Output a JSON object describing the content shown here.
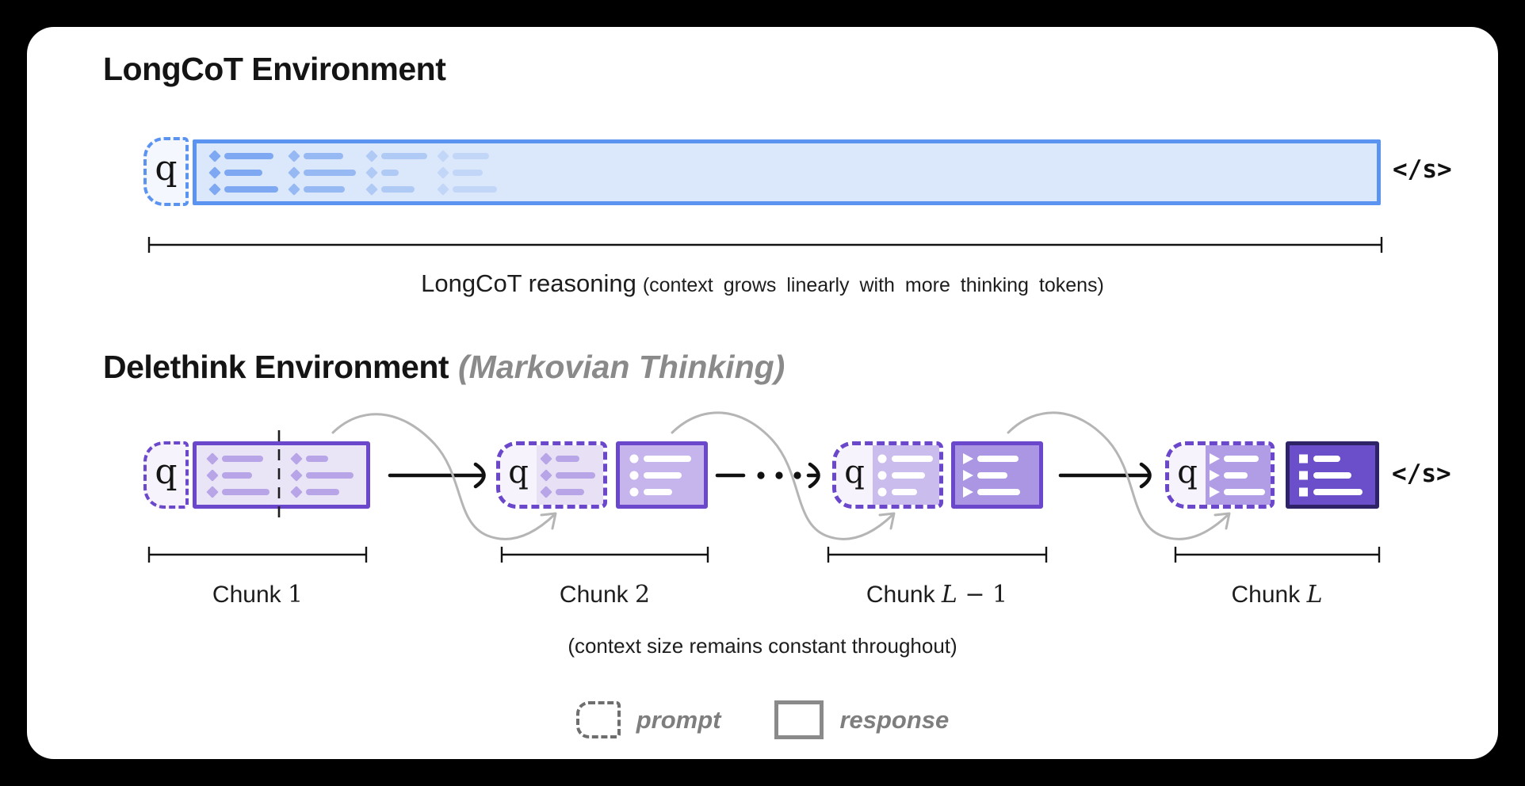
{
  "longcot": {
    "title": "LongCoT Environment",
    "q_label": "q",
    "eos_label": "</s>",
    "caption_main": "LongCoT reasoning",
    "caption_sub": "(context grows linearly with more thinking tokens)"
  },
  "delethink": {
    "title": "Delethink Environment",
    "title_suffix": "(Markovian Thinking)",
    "eos_label": "</s>",
    "caption": "(context size remains constant throughout)",
    "chunks": [
      {
        "q_label": "q",
        "label_prefix": "Chunk",
        "label_var_italic": "",
        "label_var_rest": "1"
      },
      {
        "q_label": "q",
        "label_prefix": "Chunk",
        "label_var_italic": "",
        "label_var_rest": "2"
      },
      {
        "q_label": "q",
        "label_prefix": "Chunk",
        "label_var_italic": "L",
        "label_var_rest": " − 1"
      },
      {
        "q_label": "q",
        "label_prefix": "Chunk",
        "label_var_italic": "L",
        "label_var_rest": ""
      }
    ]
  },
  "legend": {
    "prompt_label": "prompt",
    "response_label": "response"
  },
  "icons": {
    "prompt_swatch": "dashed-rounded-box",
    "response_swatch": "solid-box",
    "token_lines": "bulleted-token-lines",
    "carryover_curve": "gray-s-curve-arrow",
    "flow_arrow": "black-right-arrow"
  },
  "colors": {
    "blue_border": "#5b93f0",
    "blue_fill": "#dbe7fb",
    "blue_token": "#7ea8f1",
    "purple_border": "#6b47cc",
    "purple_light_fill": "#eae4f7",
    "purple_token": "#b7a5e7",
    "q_fill_blue": "#f4f8fe",
    "q_fill_purple": "#f6f3fc",
    "chunk2_carry_fill": "#e8e1f6",
    "chunk2_resp_fill": "#c6b5ed",
    "chunk3_carry_fill": "#cbbcee",
    "chunk3_resp_fill": "#aa96e2",
    "chunk4_carry_fill": "#b19ce6",
    "chunk4_resp_fill": "#6b4ec9",
    "chunk4_resp_border": "#2e2366",
    "curve_gray": "#b5b5b5",
    "legend_gray": "#7e7e7e",
    "ink": "#141414"
  }
}
